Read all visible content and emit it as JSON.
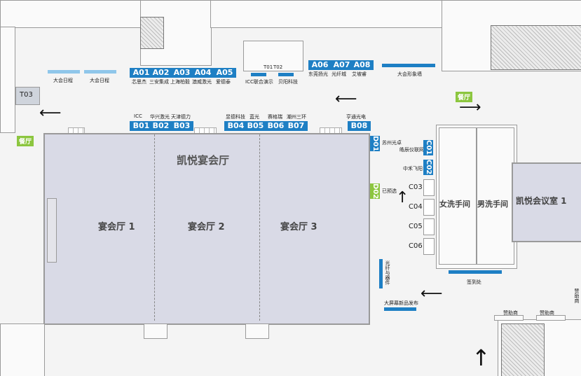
{
  "header_booths": [
    {
      "code": "A01",
      "name": "芯思杰"
    },
    {
      "code": "A02",
      "name": "三安集成"
    },
    {
      "code": "A03",
      "name": "上海柏毅"
    },
    {
      "code": "A04",
      "name": "澳威激光"
    },
    {
      "code": "A05",
      "name": "爱德泰"
    },
    {
      "code": "A06",
      "name": "东莞扬光"
    },
    {
      "code": "A07",
      "name": "光纤城"
    },
    {
      "code": "A08",
      "name": "艾坡睿"
    }
  ],
  "b_booths": [
    {
      "code": "B01",
      "name": "ICC"
    },
    {
      "code": "B02",
      "name": "华兴激光"
    },
    {
      "code": "B03",
      "name": "天津德力"
    },
    {
      "code": "B04",
      "name": "昱德科技"
    },
    {
      "code": "B05",
      "name": "蓝光"
    },
    {
      "code": "B06",
      "name": "赛格瑞"
    },
    {
      "code": "B07",
      "name": "潮州三环"
    },
    {
      "code": "B08",
      "name": "亨通光电"
    }
  ],
  "d_booths": [
    {
      "code": "D01",
      "name": "苏州光卓"
    },
    {
      "code": "D02",
      "name": "已预选"
    }
  ],
  "c_booths": [
    {
      "code": "C01",
      "name": "皓辰仪联网"
    },
    {
      "code": "C02",
      "name": "中禾飞阳"
    },
    {
      "code": "C03",
      "name": ""
    },
    {
      "code": "C04",
      "name": ""
    },
    {
      "code": "C05",
      "name": ""
    },
    {
      "code": "C06",
      "name": ""
    }
  ],
  "labels": {
    "dahui_1": "大会日程",
    "dahui_2": "大会日程",
    "icc_demo": "ICC联合演示",
    "beiyang": "贝阳科技",
    "t01": "T01",
    "t02": "T02",
    "t03": "T03",
    "dahui_wall": "大会形象墙",
    "canting_top": "餐厅",
    "canting_left": "餐厅",
    "hall_main": "凯悦宴会厅",
    "hall_1": "宴会厅 1",
    "hall_2": "宴会厅 2",
    "hall_3": "宴会厅 3",
    "women_wc": "女洗手间",
    "men_wc": "男洗手间",
    "meeting_room": "凯悦会议室 1",
    "signin": "签到处",
    "big_screen": "大屏幕新品发布",
    "ship_info": "光纤与器件",
    "sponsor_1": "赞助商",
    "sponsor_2": "赞助商",
    "right_room": "赞助商"
  },
  "colors": {
    "booth": "#1e7fc4",
    "booth_green": "#8cc63f",
    "hall": "#d9dae6"
  }
}
